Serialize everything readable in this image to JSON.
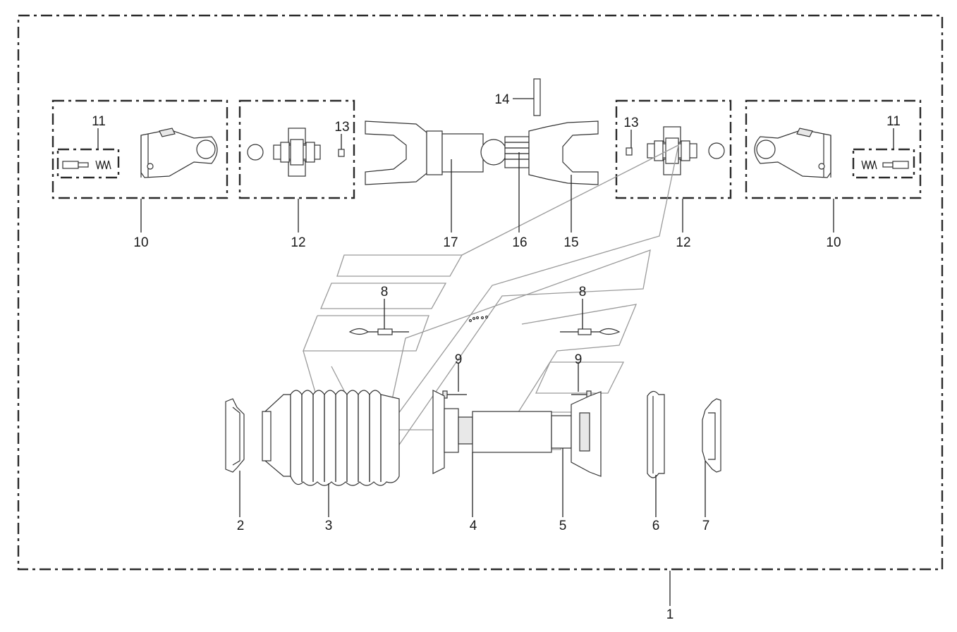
{
  "callouts": {
    "c1": "1",
    "c2": "2",
    "c3": "3",
    "c4": "4",
    "c5": "5",
    "c6": "6",
    "c7": "7",
    "c8a": "8",
    "c8b": "8",
    "c9a": "9",
    "c9b": "9",
    "c10a": "10",
    "c10b": "10",
    "c11a": "11",
    "c11b": "11",
    "c12a": "12",
    "c12b": "12",
    "c13a": "13",
    "c13b": "13",
    "c14": "14",
    "c15": "15",
    "c16": "16",
    "c17": "17"
  },
  "colors": {
    "line": "#2a2a2a",
    "ghost": "#9a9a9a",
    "fill": "#e8e8e8"
  }
}
